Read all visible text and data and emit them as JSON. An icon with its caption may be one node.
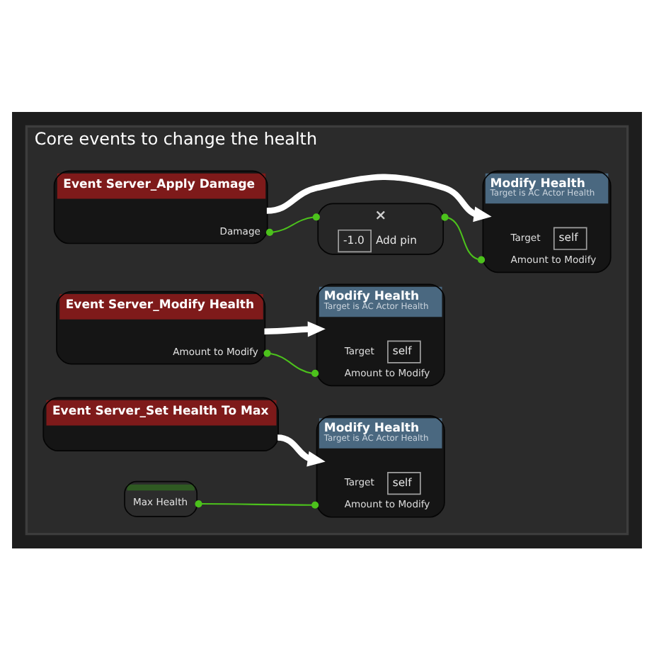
{
  "diagram": {
    "nodes": [
      {
        "text": [
          "Core events to change the health"
        ]
      },
      {
        "text": [
          "Event Server_Apply Damage",
          "Damage"
        ],
        "in": 0
      },
      {
        "text": [
          "Modify Health",
          "Target is AC Actor Health",
          "Target",
          "self",
          "Amount to Modify"
        ],
        "in": 0
      },
      {
        "text": [
          "×",
          "-1.0",
          "Add pin"
        ],
        "in": 0
      },
      {
        "text": [
          "Event Server_Modify Health",
          "Amount to Modify"
        ],
        "in": 0
      },
      {
        "text": [
          "Modify Health",
          "Target is AC Actor Health",
          "Target",
          "self",
          "Amount to Modify"
        ],
        "in": 0
      },
      {
        "text": [
          "Event Server_Set Health To Max"
        ],
        "in": 0
      },
      {
        "text": [
          "Modify Health",
          "Target is AC Actor Health",
          "Target",
          "self",
          "Amount to Modify"
        ],
        "in": 0
      },
      {
        "text": [
          "Max Health"
        ],
        "in": 0
      }
    ],
    "edges": [
      {
        "from": 1,
        "to": 2,
        "arrow": "to",
        "style": "thick",
        "color": "#ffffff"
      },
      {
        "from": 1,
        "to": 3,
        "arrow": "other"
      },
      {
        "from": 3,
        "to": 2,
        "arrow": "other"
      },
      {
        "from": 4,
        "to": 5,
        "arrow": "to",
        "style": "thick",
        "color": "#ffffff"
      },
      {
        "from": 4,
        "to": 5,
        "arrow": "other"
      },
      {
        "from": 6,
        "to": 7,
        "arrow": "to",
        "style": "thick",
        "color": "#ffffff"
      },
      {
        "from": 8,
        "to": 7,
        "arrow": "other"
      }
    ]
  }
}
